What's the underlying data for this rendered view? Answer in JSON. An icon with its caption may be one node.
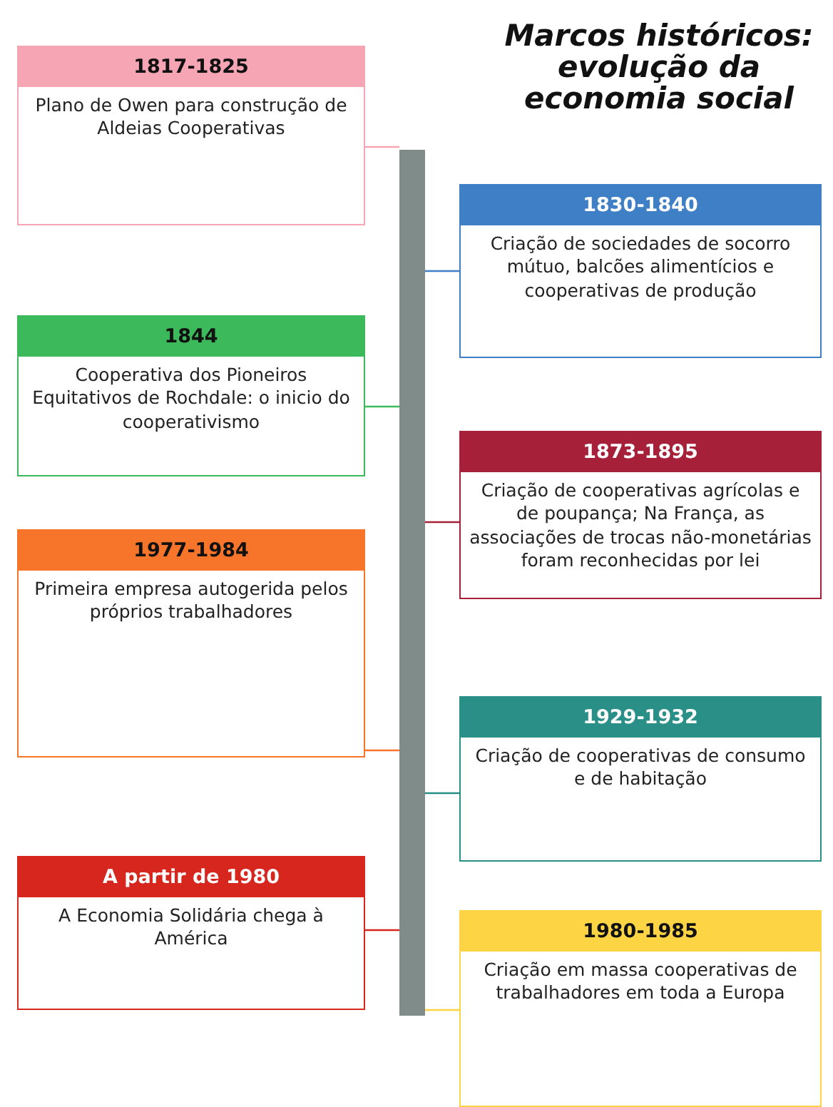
{
  "diagram": {
    "title": "Marcos históricos: evolução da economia social",
    "nodes": [
      {
        "text": [],
        "shape": "bar"
      },
      {
        "text": [
          "1817-1825",
          "Plano de Owen para construção de Aldeias Cooperativas"
        ]
      },
      {
        "text": [
          "1830-1840",
          "Criação de sociedades de socorro mútuo, balcões alimentícios e cooperativas de produção"
        ]
      },
      {
        "text": [
          "1844",
          "Cooperativa dos Pioneiros Equitativos de Rochdale: o inicio do cooperativismo"
        ]
      },
      {
        "text": [
          "1873-1895",
          "Criação de cooperativas agrícolas e de poupança; Na França, as associações de trocas não-monetárias foram reconhecidas por lei"
        ]
      },
      {
        "text": [
          "1977-1984",
          "Primeira empresa autogerida pelos próprios trabalhadores"
        ]
      },
      {
        "text": [
          "1929-1932",
          "Criação de cooperativas de consumo e de habitação"
        ]
      },
      {
        "text": [
          "A partir de 1980",
          "A Economia Solidária chega à América"
        ]
      },
      {
        "text": [
          "1980-1985",
          "Criação em massa cooperativas de trabalhadores em toda a Europa"
        ]
      }
    ],
    "edges": [
      {
        "from": 1,
        "to": 0,
        "arrow": "none",
        "color": "#f6a5b5"
      },
      {
        "from": 2,
        "to": 0,
        "arrow": "none",
        "color": "#3f7fc6"
      },
      {
        "from": 3,
        "to": 0,
        "arrow": "none",
        "color": "#3cb95a"
      },
      {
        "from": 4,
        "to": 0,
        "arrow": "none",
        "color": "#a52038"
      },
      {
        "from": 5,
        "to": 0,
        "arrow": "none",
        "color": "#f7742b"
      },
      {
        "from": 6,
        "to": 0,
        "arrow": "none",
        "color": "#2a8f86"
      },
      {
        "from": 7,
        "to": 0,
        "arrow": "none",
        "color": "#d7261e"
      },
      {
        "from": 8,
        "to": 0,
        "arrow": "none",
        "color": "#fdd444"
      }
    ]
  }
}
